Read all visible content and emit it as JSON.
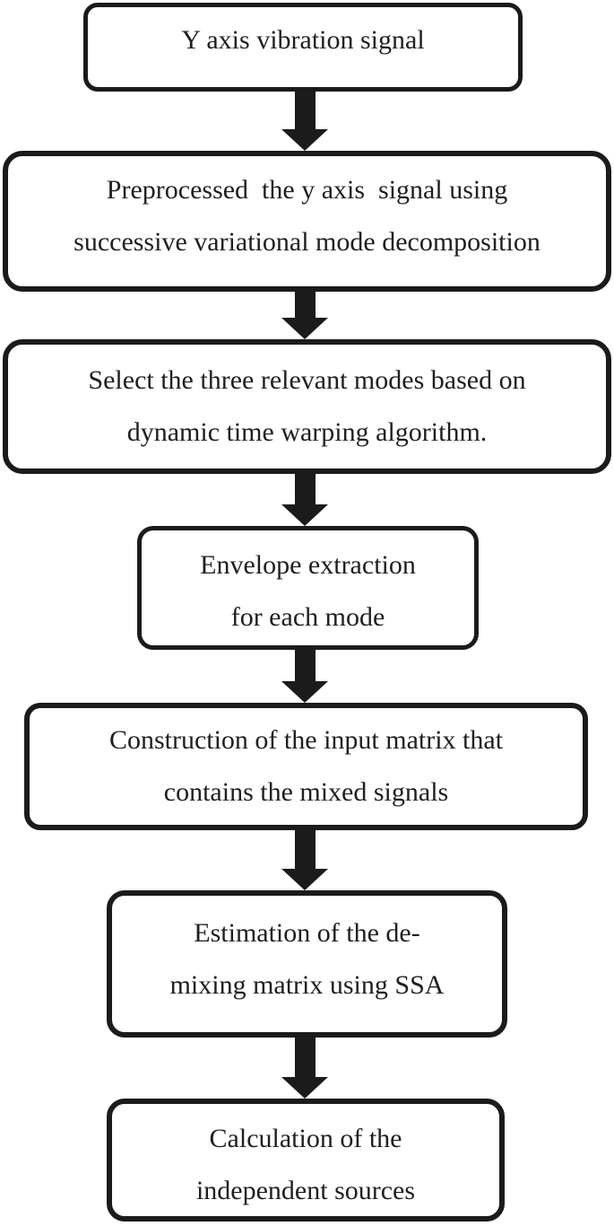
{
  "diagram": {
    "type": "flowchart",
    "direction": "top-down",
    "background_color": "#ffffff",
    "line_color": "#1b1b1b",
    "text_color": "#1f1f1f",
    "steps": [
      {
        "id": 1,
        "lines": [
          "Y axis vibration signal"
        ]
      },
      {
        "id": 2,
        "lines": [
          "Preprocessed  the y axis  signal using",
          "successive variational mode decomposition"
        ]
      },
      {
        "id": 3,
        "lines": [
          "Select the three relevant modes based on",
          "dynamic time warping algorithm."
        ]
      },
      {
        "id": 4,
        "lines": [
          "Envelope extraction",
          "for each mode"
        ]
      },
      {
        "id": 5,
        "lines": [
          "Construction of the input matrix that",
          "contains the mixed signals"
        ]
      },
      {
        "id": 6,
        "lines": [
          "Estimation of the de-",
          "mixing matrix using SSA"
        ]
      },
      {
        "id": 7,
        "lines": [
          "Calculation of the",
          "independent sources"
        ]
      }
    ],
    "connectors": [
      {
        "from": 1,
        "to": 2,
        "style": "thick-down-arrow"
      },
      {
        "from": 2,
        "to": 3,
        "style": "thick-down-arrow"
      },
      {
        "from": 3,
        "to": 4,
        "style": "thick-down-arrow"
      },
      {
        "from": 4,
        "to": 5,
        "style": "thick-down-arrow"
      },
      {
        "from": 5,
        "to": 6,
        "style": "thick-down-arrow"
      },
      {
        "from": 6,
        "to": 7,
        "style": "thick-down-arrow"
      }
    ]
  }
}
